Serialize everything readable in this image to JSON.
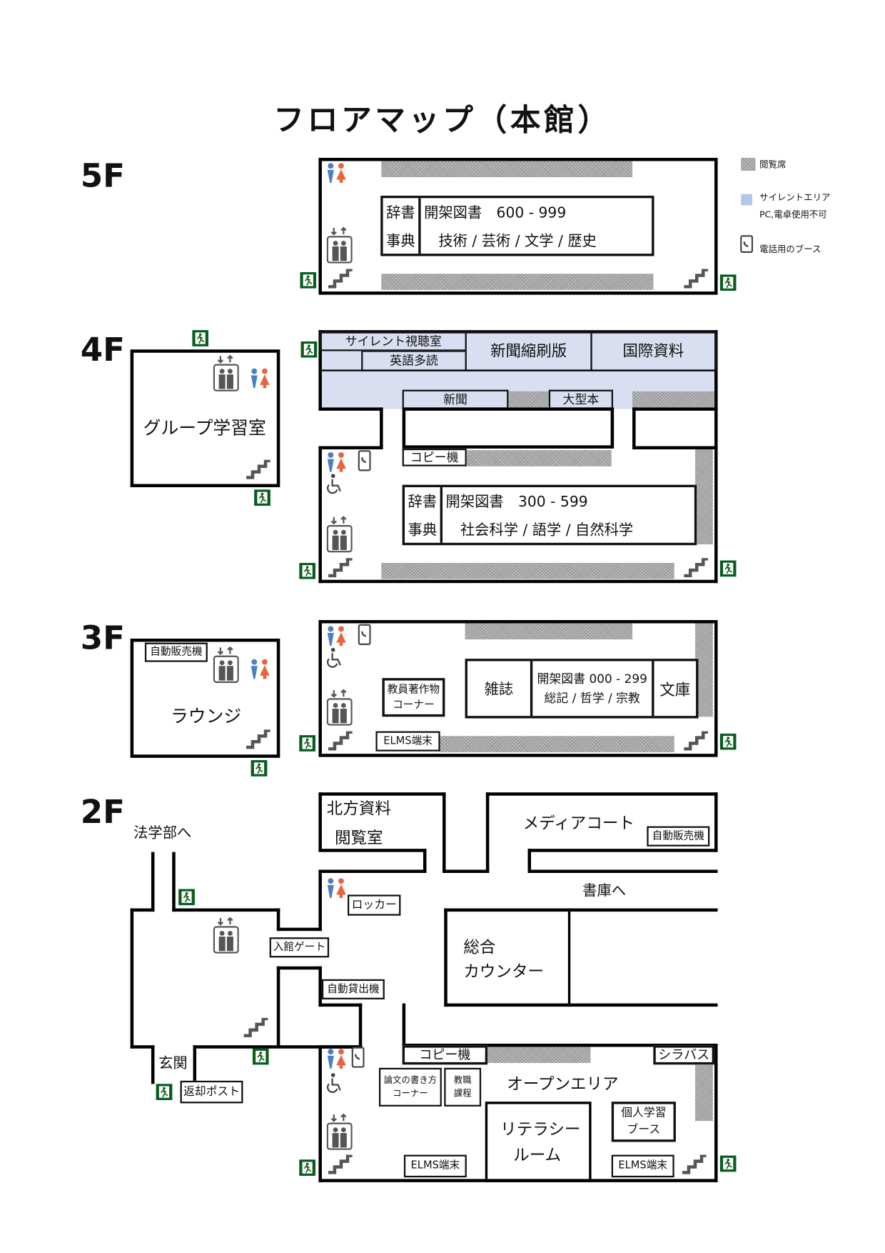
{
  "title": "フロアマップ（本館）",
  "legend": {
    "reading_seat": "閲覧席",
    "silent_area": "サイレントエリア",
    "silent_area_note": "PC,電卓使用不可",
    "phone_booth": "電話用のブース",
    "colors": {
      "silent": "#b4c7e7",
      "seat": "#bdbdbd"
    }
  },
  "icons": {
    "restroom": "restroom-icon",
    "elevator": "elevator-icon",
    "stairs": "stairs-icon",
    "emergency_exit": "emergency-exit-icon",
    "phone": "phone-booth-icon",
    "wheelchair": "wheelchair-icon"
  },
  "colors": {
    "male": "#4a7fc1",
    "female": "#e8643c",
    "exit": "#0b5a16",
    "icon_gray": "#555555"
  },
  "floors": {
    "f5": {
      "label": "5F",
      "shelf": {
        "col1_top": "辞書",
        "col1_bottom": "事典",
        "title": "開架図書　600 - 999",
        "subjects": "技術 / 芸術 / 文学 / 歴史"
      }
    },
    "f4": {
      "label": "4F",
      "group_study": "グループ学習室",
      "silent_av": "サイレント視聴室",
      "english_reading": "英語多読",
      "newspaper_reduced": "新聞縮刷版",
      "international": "国際資料",
      "newspaper": "新聞",
      "oversize": "大型本",
      "copier": "コピー機",
      "shelf": {
        "col1_top": "辞書",
        "col1_bottom": "事典",
        "title": "開架図書　300 - 599",
        "subjects": "社会科学 / 語学 / 自然科学"
      }
    },
    "f3": {
      "label": "3F",
      "vending": "自動販売機",
      "lounge": "ラウンジ",
      "faculty_works": [
        "教員著作物",
        "コーナー"
      ],
      "elms": "ELMS端末",
      "magazines": "雑誌",
      "shelf_title": "開架図書 000 - 299",
      "shelf_subjects": "総記 / 哲学 / 宗教",
      "bunko": "文庫"
    },
    "f2": {
      "label": "2F",
      "to_law": "法学部へ",
      "entrance": "玄関",
      "return_post": "返却ポスト",
      "entry_gate": "入館ゲート",
      "northern_materials": [
        "北方資料",
        "閲覧室"
      ],
      "locker": "ロッカー",
      "self_checkout": "自動貸出機",
      "media_court": "メディアコート",
      "vending": "自動販売機",
      "to_stacks": "書庫へ",
      "counter": [
        "総合",
        "カウンター"
      ],
      "copier": "コピー機",
      "syllabus": "シラバス",
      "thesis_corner": [
        "論文の書き方",
        "コーナー"
      ],
      "teacher_course": [
        "教職",
        "課程"
      ],
      "open_area": "オープンエリア",
      "literacy_room": [
        "リテラシー",
        "ルーム"
      ],
      "study_booth": [
        "個人学習",
        "ブース"
      ],
      "elms_left": "ELMS端末",
      "elms_right": "ELMS端末"
    }
  }
}
